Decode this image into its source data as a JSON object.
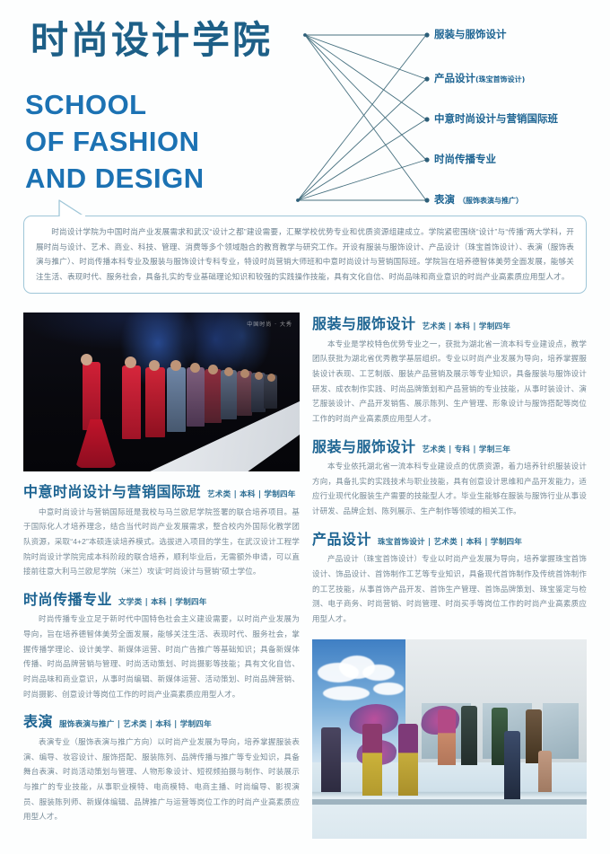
{
  "header": {
    "title_cn": "时尚设计学院",
    "title_en_lines": [
      "SCHOOL",
      "OF FASHION",
      "AND DESIGN"
    ],
    "title_cn_color": "#1d5f87",
    "title_en_color": "#1c72b3"
  },
  "diagram": {
    "line_color": "#46707f",
    "node_color": "#1d6492",
    "nodes": [
      {
        "label": "服装与服饰设计",
        "sub": ""
      },
      {
        "label": "产品设计",
        "sub": "(珠宝首饰设计)"
      },
      {
        "label": "中意时尚设计与营销国际班",
        "sub": ""
      },
      {
        "label": "时尚传播专业",
        "sub": ""
      },
      {
        "label": "表演",
        "sub": "（服饰表演与推广）"
      }
    ]
  },
  "intro": {
    "text": "时尚设计学院为中国时尚产业发展需求和武汉“设计之都”建设需要，汇聚学校优势专业和优质资源组建成立。学院紧密围绕“设计”与“传播”两大学科，开展时尚与设计、艺术、商业、科技、管理、消费等多个领域融合的教育教学与研究工作。开设有服装与服饰设计、产品设计（珠宝首饰设计）、表演（服饰表演与推广）、时尚传播本科专业及服装与服饰设计专科专业，特设时尚营销大师班和中意时尚设计与营销国际班。学院旨在培养德智体美劳全面发展，能够关注生活、表现时代、服务社会，具备扎实的专业基础理论知识和较强的实践操作技能，具有文化自信、时尚品味和商业意识的时尚产业高素质应用型人才。",
    "border_color": "#9fc6d8"
  },
  "media": {
    "runway_photo": {
      "alt": "时尚秀场走秀照片",
      "watermark": "中国时尚 · 大秀"
    },
    "render_photo": {
      "alt": "服饰表演与推广数字渲染效果图"
    }
  },
  "sections_left": [
    {
      "title": "中意时尚设计与营销国际班",
      "meta": "艺术类 | 本科 | 学制四年",
      "body": "中意时尚设计与营销国际班是我校与马兰欧尼学院签署的联合培养项目。基于国际化人才培养理念，结合当代时尚产业发展需求，整合校内外国际化教学团队资源，采取“4+2”本硕连读培养模式。选拔进入项目的学生，在武汉设计工程学院时尚设计学院完成本科阶段的联合培养，顺利毕业后，无需额外申请，可以直接前往意大利马兰欧尼学院（米兰）攻读“时尚设计与营销”硕士学位。"
    },
    {
      "title": "时尚传播专业",
      "meta": "文学类 | 本科 | 学制四年",
      "body": "时尚传播专业立足于新时代中国特色社会主义建设需要，以时尚产业发展为导向，旨在培养德智体美劳全面发展，能够关注生活、表现时代、服务社会，掌握传播学理论、设计美学、新媒体运营、时尚广告推广等基础知识；具备新媒体传播、时尚品牌营销与管理、时尚活动策划、时尚摄影等技能；具有文化自信、时尚品味和商业意识，从事时尚编辑、新媒体运营、活动策划、时尚品牌营销、时尚摄影、创意设计等岗位工作的时尚产业高素质应用型人才。"
    },
    {
      "title": "表演",
      "meta": "服饰表演与推广 | 艺术类 | 本科 | 学制四年",
      "body": "表演专业（服饰表演与推广方向）以时尚产业发展为导向，培养掌握服装表演、编导、妆容设计、服饰搭配、服装陈列、品牌传播与推广等专业知识，具备舞台表演、时尚活动策划与管理、人物形象设计、短视频拍摄与制作、时装展示与推广的专业技能，从事职业模特、电商模特、电商主播、时尚编导、影视演员、服装陈列师、新媒体编辑、品牌推广与运营等岗位工作的时尚产业高素质应用型人才。"
    }
  ],
  "sections_right": [
    {
      "title": "服装与服饰设计",
      "meta": "艺术类 | 本科 | 学制四年",
      "body": "本专业是学校特色优势专业之一，获批为湖北省一流本科专业建设点，教学团队获批为湖北省优秀教学基层组织。专业以时尚产业发展为导向，培养掌握服装设计表现、工艺制版、服装产品营销及展示等专业知识，具备服装与服饰设计研发、成衣制作实践、时尚品牌策划和产品营销的专业技能，从事时装设计、演艺服装设计、产品开发销售、展示陈列、生产管理、形象设计与服饰搭配等岗位工作的时尚产业高素质应用型人才。"
    },
    {
      "title": "服装与服饰设计",
      "meta": "艺术类 | 专科 | 学制三年",
      "body": "本专业依托湖北省一流本科专业建设点的优质资源，着力培养针织服装设计方向，具备扎实的实践技术与职业技能，具有创意设计思维和产品开发能力，适应行业现代化服装生产需要的技能型人才。毕业生能够在服装与服饰行业从事设计研发、品牌企划、陈列展示、生产制作等领域的相关工作。"
    },
    {
      "title": "产品设计",
      "meta": "珠宝首饰设计 | 艺术类 | 本科 | 学制四年",
      "body": "产品设计（珠宝首饰设计）专业以时尚产业发展为导向，培养掌握珠宝首饰设计、饰品设计、首饰制作工艺等专业知识，具备现代首饰制作及传统首饰制作的工艺技能，从事首饰产品开发、首饰生产管理、首饰品牌策划、珠宝鉴定与检测、电子商务、时尚营销、时尚管理、时尚买手等岗位工作的时尚产业高素质应用型人才。"
    }
  ]
}
